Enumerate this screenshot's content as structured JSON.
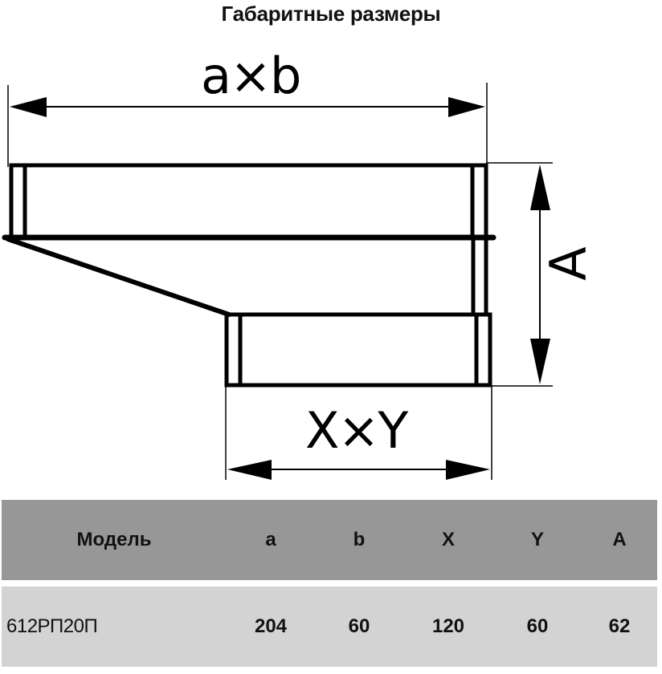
{
  "title": "Габаритные размеры",
  "drawing": {
    "labels": {
      "top_width": "a×b",
      "bottom_width": "X×Y",
      "height": "A"
    }
  },
  "table": {
    "headers": [
      "Модель",
      "a",
      "b",
      "X",
      "Y",
      "A"
    ],
    "rows": [
      [
        "612РП20П",
        "204",
        "60",
        "120",
        "60",
        "62"
      ]
    ]
  },
  "colors": {
    "header_bg": "#979797",
    "row_bg": "#d3d3d3",
    "line": "#000000"
  }
}
